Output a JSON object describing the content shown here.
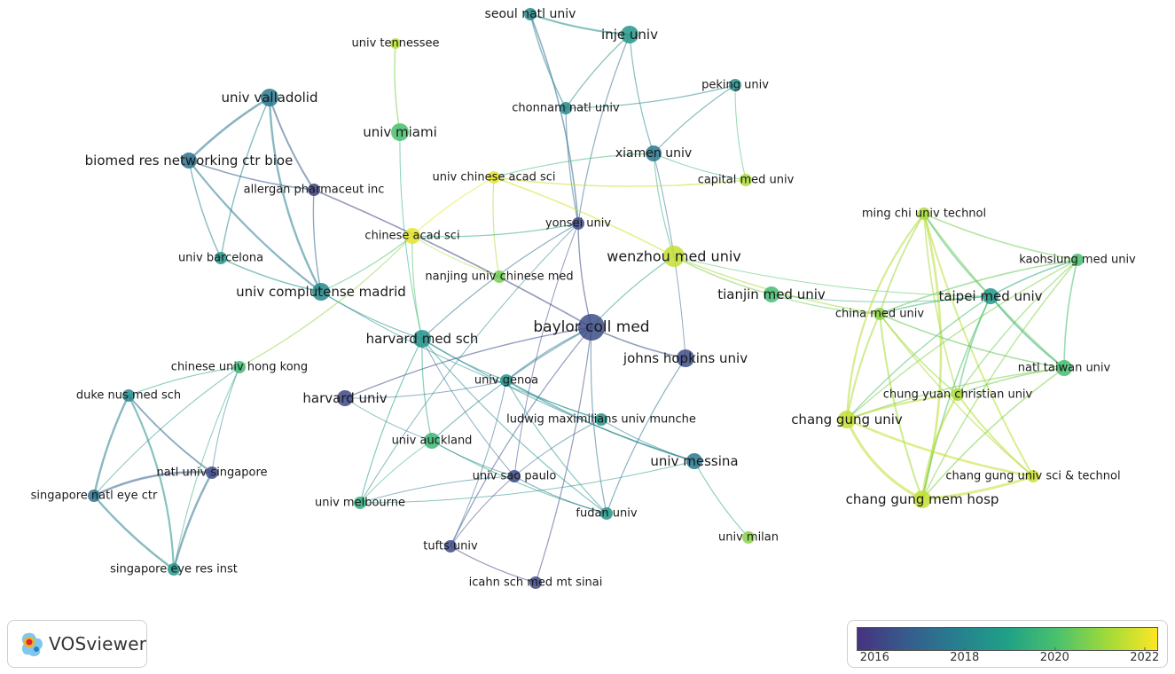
{
  "colors": {
    "scale": [
      "#46327e",
      "#365c8d",
      "#277f8e",
      "#1fa187",
      "#4ac16d",
      "#a0da39",
      "#fde725"
    ]
  },
  "brand": {
    "label": "VOSviewer",
    "icon": "vosviewer-logo-icon"
  },
  "legend": {
    "ticks": [
      "2016",
      "2018",
      "2020",
      "2022"
    ],
    "year_range": [
      2015.6,
      2022.3
    ]
  },
  "nodes": [
    {
      "id": "seoul",
      "label": "seoul natl univ",
      "year": 2018.2,
      "weight": 2
    },
    {
      "id": "inje",
      "label": "inje univ",
      "year": 2018.6,
      "weight": 4
    },
    {
      "id": "tennessee",
      "label": "univ tennessee",
      "year": 2021.5,
      "weight": 1
    },
    {
      "id": "valladolid",
      "label": "univ valladolid",
      "year": 2017.6,
      "weight": 4
    },
    {
      "id": "peking",
      "label": "peking univ",
      "year": 2018.3,
      "weight": 2
    },
    {
      "id": "miami",
      "label": "univ miami",
      "year": 2020.0,
      "weight": 4
    },
    {
      "id": "chonnam",
      "label": "chonnam natl univ",
      "year": 2018.2,
      "weight": 2
    },
    {
      "id": "xiamen",
      "label": "xiamen univ",
      "year": 2017.6,
      "weight": 3
    },
    {
      "id": "biomed",
      "label": "biomed res networking ctr bioe",
      "year": 2017.4,
      "weight": 3
    },
    {
      "id": "capital",
      "label": "capital med univ",
      "year": 2021.3,
      "weight": 2
    },
    {
      "id": "chineseacad",
      "label": "univ chinese acad sci",
      "year": 2022.0,
      "weight": 2
    },
    {
      "id": "allergan",
      "label": "allergan pharmaceut inc",
      "year": 2016.0,
      "weight": 2
    },
    {
      "id": "mingchi",
      "label": "ming chi univ technol",
      "year": 2021.3,
      "weight": 2
    },
    {
      "id": "yonsei",
      "label": "yonsei univ",
      "year": 2016.2,
      "weight": 2
    },
    {
      "id": "cas",
      "label": "chinese acad sci",
      "year": 2022.0,
      "weight": 3
    },
    {
      "id": "wenzhou",
      "label": "wenzhou med univ",
      "year": 2021.6,
      "weight": 6
    },
    {
      "id": "kaohsiung",
      "label": "kaohsiung med univ",
      "year": 2020.0,
      "weight": 2
    },
    {
      "id": "barcelona",
      "label": "univ barcelona",
      "year": 2018.6,
      "weight": 2
    },
    {
      "id": "nanjing",
      "label": "nanjing univ chinese med",
      "year": 2020.6,
      "weight": 2
    },
    {
      "id": "complutense",
      "label": "univ complutense madrid",
      "year": 2018.1,
      "weight": 4
    },
    {
      "id": "tianjin",
      "label": "tianjin med univ",
      "year": 2019.9,
      "weight": 3
    },
    {
      "id": "taipei",
      "label": "taipei med univ",
      "year": 2018.6,
      "weight": 3
    },
    {
      "id": "chinamed",
      "label": "china med univ",
      "year": 2020.9,
      "weight": 2
    },
    {
      "id": "baylor",
      "label": "baylor coll med",
      "year": 2016.3,
      "weight": 7
    },
    {
      "id": "harvardmed",
      "label": "harvard med sch",
      "year": 2018.4,
      "weight": 4
    },
    {
      "id": "hopkins",
      "label": "johns hopkins univ",
      "year": 2016.3,
      "weight": 4
    },
    {
      "id": "cuhk",
      "label": "chinese univ hong kong",
      "year": 2019.8,
      "weight": 2
    },
    {
      "id": "natltaiwan",
      "label": "natl taiwan univ",
      "year": 2019.9,
      "weight": 3
    },
    {
      "id": "dukenus",
      "label": "duke nus med sch",
      "year": 2018.2,
      "weight": 2
    },
    {
      "id": "genoa",
      "label": "univ genoa",
      "year": 2018.4,
      "weight": 2
    },
    {
      "id": "harvard",
      "label": "harvard univ",
      "year": 2016.2,
      "weight": 3
    },
    {
      "id": "chungyuan",
      "label": "chung yuan christian univ",
      "year": 2021.3,
      "weight": 2
    },
    {
      "id": "ludwig",
      "label": "ludwig maximilians univ munche",
      "year": 2018.6,
      "weight": 2
    },
    {
      "id": "changgunguniv",
      "label": "chang gung univ",
      "year": 2021.6,
      "weight": 4
    },
    {
      "id": "auckland",
      "label": "univ auckland",
      "year": 2019.7,
      "weight": 3
    },
    {
      "id": "messina",
      "label": "univ messina",
      "year": 2017.6,
      "weight": 3
    },
    {
      "id": "natlsing",
      "label": "natl univ singapore",
      "year": 2016.2,
      "weight": 2
    },
    {
      "id": "saopaulo",
      "label": "univ sao paulo",
      "year": 2016.2,
      "weight": 2
    },
    {
      "id": "cgust",
      "label": "chang gung univ sci & technol",
      "year": 2021.7,
      "weight": 2
    },
    {
      "id": "singnatleye",
      "label": "singapore natl eye ctr",
      "year": 2017.4,
      "weight": 2
    },
    {
      "id": "melbourne",
      "label": "univ melbourne",
      "year": 2019.4,
      "weight": 2
    },
    {
      "id": "changgungmem",
      "label": "chang gung mem hosp",
      "year": 2021.6,
      "weight": 4
    },
    {
      "id": "fudan",
      "label": "fudan univ",
      "year": 2018.6,
      "weight": 2
    },
    {
      "id": "milan",
      "label": "univ milan",
      "year": 2020.9,
      "weight": 2
    },
    {
      "id": "tufts",
      "label": "tufts univ",
      "year": 2016.2,
      "weight": 2
    },
    {
      "id": "singeyeres",
      "label": "singapore eye res inst",
      "year": 2018.6,
      "weight": 2
    },
    {
      "id": "icahn",
      "label": "icahn sch med mt sinai",
      "year": 2016.2,
      "weight": 2
    }
  ],
  "links": [
    [
      "seoul",
      "inje",
      2.2
    ],
    [
      "seoul",
      "chonnam",
      1.5
    ],
    [
      "seoul",
      "yonsei",
      1.6
    ],
    [
      "inje",
      "chonnam",
      1.2
    ],
    [
      "inje",
      "yonsei",
      1.2
    ],
    [
      "inje",
      "xiamen",
      1.2
    ],
    [
      "chonnam",
      "yonsei",
      1.2
    ],
    [
      "chonnam",
      "peking",
      1.2
    ],
    [
      "tennessee",
      "miami",
      1.5
    ],
    [
      "miami",
      "harvardmed",
      1.0
    ],
    [
      "peking",
      "xiamen",
      1.2
    ],
    [
      "peking",
      "capital",
      1.0
    ],
    [
      "xiamen",
      "capital",
      1.0
    ],
    [
      "xiamen",
      "chineseacad",
      1.2
    ],
    [
      "xiamen",
      "wenzhou",
      1.2
    ],
    [
      "xiamen",
      "hopkins",
      1.0
    ],
    [
      "valladolid",
      "biomed",
      2.6
    ],
    [
      "valladolid",
      "allergan",
      2.0
    ],
    [
      "valladolid",
      "complutense",
      2.4
    ],
    [
      "valladolid",
      "barcelona",
      1.4
    ],
    [
      "biomed",
      "allergan",
      1.6
    ],
    [
      "biomed",
      "barcelona",
      1.4
    ],
    [
      "biomed",
      "complutense",
      2.2
    ],
    [
      "barcelona",
      "complutense",
      1.5
    ],
    [
      "allergan",
      "complutense",
      1.4
    ],
    [
      "allergan",
      "baylor",
      1.6
    ],
    [
      "complutense",
      "cas",
      1.2
    ],
    [
      "complutense",
      "harvardmed",
      1.2
    ],
    [
      "complutense",
      "ludwig",
      1.0
    ],
    [
      "chineseacad",
      "cas",
      1.2
    ],
    [
      "chineseacad",
      "wenzhou",
      1.6
    ],
    [
      "chineseacad",
      "nanjing",
      1.2
    ],
    [
      "chineseacad",
      "capital",
      1.4
    ],
    [
      "cas",
      "harvardmed",
      1.2
    ],
    [
      "cas",
      "cuhk",
      1.2
    ],
    [
      "cas",
      "yonsei",
      1.2
    ],
    [
      "cas",
      "nanjing",
      1.0
    ],
    [
      "yonsei",
      "baylor",
      1.4
    ],
    [
      "yonsei",
      "harvardmed",
      1.2
    ],
    [
      "yonsei",
      "melbourne",
      1.0
    ],
    [
      "yonsei",
      "saopaulo",
      1.0
    ],
    [
      "wenzhou",
      "baylor",
      1.2
    ],
    [
      "wenzhou",
      "tianjin",
      1.4
    ],
    [
      "wenzhou",
      "chinamed",
      1.4
    ],
    [
      "wenzhou",
      "taipei",
      1.0
    ],
    [
      "tianjin",
      "chinamed",
      1.2
    ],
    [
      "tianjin",
      "taipei",
      1.0
    ],
    [
      "baylor",
      "hopkins",
      1.6
    ],
    [
      "baylor",
      "harvard",
      1.4
    ],
    [
      "baylor",
      "genoa",
      1.4
    ],
    [
      "baylor",
      "tufts",
      1.2
    ],
    [
      "baylor",
      "icahn",
      1.2
    ],
    [
      "baylor",
      "fudan",
      1.2
    ],
    [
      "baylor",
      "auckland",
      1.2
    ],
    [
      "harvardmed",
      "genoa",
      1.2
    ],
    [
      "harvardmed",
      "auckland",
      1.2
    ],
    [
      "harvardmed",
      "melbourne",
      1.2
    ],
    [
      "harvardmed",
      "fudan",
      1.2
    ],
    [
      "harvardmed",
      "messina",
      1.2
    ],
    [
      "harvardmed",
      "saopaulo",
      1.0
    ],
    [
      "genoa",
      "messina",
      1.6
    ],
    [
      "genoa",
      "fudan",
      1.2
    ],
    [
      "genoa",
      "ludwig",
      1.2
    ],
    [
      "ludwig",
      "saopaulo",
      1.0
    ],
    [
      "ludwig",
      "messina",
      1.2
    ],
    [
      "hopkins",
      "fudan",
      1.2
    ],
    [
      "harvard",
      "auckland",
      1.0
    ],
    [
      "harvard",
      "genoa",
      1.0
    ],
    [
      "auckland",
      "melbourne",
      1.0
    ],
    [
      "auckland",
      "fudan",
      1.2
    ],
    [
      "auckland",
      "saopaulo",
      1.0
    ],
    [
      "melbourne",
      "messina",
      1.0
    ],
    [
      "saopaulo",
      "fudan",
      1.2
    ],
    [
      "saopaulo",
      "tufts",
      1.0
    ],
    [
      "saopaulo",
      "melbourne",
      1.0
    ],
    [
      "tufts",
      "icahn",
      1.2
    ],
    [
      "tufts",
      "genoa",
      1.0
    ],
    [
      "messina",
      "milan",
      1.2
    ],
    [
      "cuhk",
      "dukenus",
      1.0
    ],
    [
      "cuhk",
      "natlsing",
      1.0
    ],
    [
      "cuhk",
      "singnatleye",
      1.0
    ],
    [
      "cuhk",
      "singeyeres",
      1.0
    ],
    [
      "dukenus",
      "singnatleye",
      2.4
    ],
    [
      "dukenus",
      "natlsing",
      2.0
    ],
    [
      "dukenus",
      "singeyeres",
      2.2
    ],
    [
      "natlsing",
      "singnatleye",
      2.4
    ],
    [
      "natlsing",
      "singeyeres",
      2.4
    ],
    [
      "singnatleye",
      "singeyeres",
      2.4
    ],
    [
      "mingchi",
      "kaohsiung",
      1.6
    ],
    [
      "mingchi",
      "taipei",
      1.6
    ],
    [
      "mingchi",
      "chinamed",
      1.8
    ],
    [
      "mingchi",
      "natltaiwan",
      1.6
    ],
    [
      "mingchi",
      "chungyuan",
      1.6
    ],
    [
      "mingchi",
      "changgunguniv",
      2.2
    ],
    [
      "mingchi",
      "changgungmem",
      2.6
    ],
    [
      "mingchi",
      "cgust",
      2.0
    ],
    [
      "kaohsiung",
      "taipei",
      1.6
    ],
    [
      "kaohsiung",
      "chinamed",
      1.6
    ],
    [
      "kaohsiung",
      "natltaiwan",
      1.6
    ],
    [
      "kaohsiung",
      "chungyuan",
      1.4
    ],
    [
      "kaohsiung",
      "changgungmem",
      1.4
    ],
    [
      "kaohsiung",
      "changgunguniv",
      1.4
    ],
    [
      "taipei",
      "natltaiwan",
      1.8
    ],
    [
      "taipei",
      "chinamed",
      1.6
    ],
    [
      "taipei",
      "chungyuan",
      1.6
    ],
    [
      "taipei",
      "changgungmem",
      1.6
    ],
    [
      "taipei",
      "changgunguniv",
      1.4
    ],
    [
      "chinamed",
      "natltaiwan",
      1.6
    ],
    [
      "chinamed",
      "changgunguniv",
      2.0
    ],
    [
      "chinamed",
      "changgungmem",
      2.0
    ],
    [
      "chinamed",
      "cgust",
      1.4
    ],
    [
      "chinamed",
      "chungyuan",
      1.6
    ],
    [
      "natltaiwan",
      "chungyuan",
      1.6
    ],
    [
      "natltaiwan",
      "changgungmem",
      1.6
    ],
    [
      "natltaiwan",
      "changgunguniv",
      1.4
    ],
    [
      "chungyuan",
      "changgunguniv",
      2.2
    ],
    [
      "chungyuan",
      "changgungmem",
      2.4
    ],
    [
      "chungyuan",
      "cgust",
      2.0
    ],
    [
      "changgunguniv",
      "changgungmem",
      3.2
    ],
    [
      "changgunguniv",
      "cgust",
      2.6
    ],
    [
      "changgungmem",
      "cgust",
      3.0
    ]
  ]
}
